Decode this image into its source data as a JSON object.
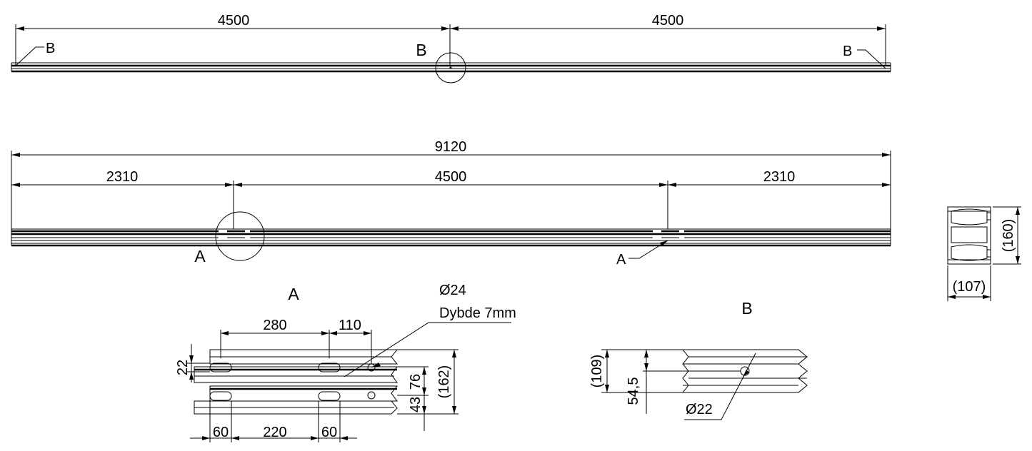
{
  "top_view": {
    "dim_left": "4500",
    "dim_right": "4500",
    "label_left": "B",
    "label_center": "B",
    "label_right": "B"
  },
  "middle_view": {
    "dim_total": "9120",
    "dim_left": "2310",
    "dim_mid": "4500",
    "dim_right": "2310",
    "label_left": "A",
    "label_right": "A"
  },
  "section": {
    "height": "(160)",
    "width": "(107)"
  },
  "detail_a": {
    "title": "A",
    "hole_diameter": "Ø24",
    "hole_depth": "Dybde 7mm",
    "dim_280": "280",
    "dim_110": "110",
    "dim_22": "22",
    "dim_76": "76",
    "dim_43": "43",
    "dim_162": "(162)",
    "dim_60_left": "60",
    "dim_220": "220",
    "dim_60_right": "60"
  },
  "detail_b": {
    "title": "B",
    "dim_109": "(109)",
    "dim_54_5": "54,5",
    "hole_diameter": "Ø22"
  }
}
